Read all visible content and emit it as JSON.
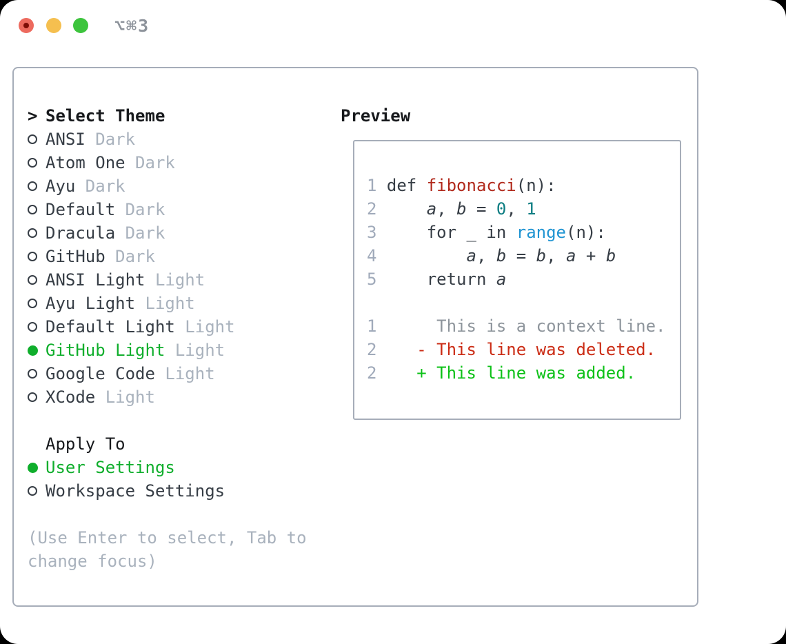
{
  "window": {
    "titlebar_shortcut": "⌥⌘3"
  },
  "colors": {
    "window_bg": "#ffffff",
    "page_bg": "#000000",
    "border_gray": "#a6adb9",
    "heading_black": "#17191c",
    "text_dark": "#363d45",
    "muted_gray": "#a9b2bd",
    "line_number_gray": "#a0aaba",
    "context_gray": "#8e959c",
    "accent_green": "#0fae2c",
    "diff_added_green": "#0cc117",
    "diff_deleted_red": "#cb2c15",
    "function_red": "#b1291c",
    "number_teal": "#0c7d82",
    "call_blue": "#2094d2",
    "traffic_red": "#ed6a5e",
    "traffic_red_dot": "#7d0d05",
    "traffic_yellow": "#f5bf4f",
    "traffic_green": "#3dc43d",
    "titlebar_text_gray": "#8d939b"
  },
  "theme_picker": {
    "header_marker": ">",
    "header": "Select Theme",
    "items": [
      {
        "name": "ANSI",
        "variant": "Dark",
        "selected": false
      },
      {
        "name": "Atom One",
        "variant": "Dark",
        "selected": false
      },
      {
        "name": "Ayu",
        "variant": "Dark",
        "selected": false
      },
      {
        "name": "Default",
        "variant": "Dark",
        "selected": false
      },
      {
        "name": "Dracula",
        "variant": "Dark",
        "selected": false
      },
      {
        "name": "GitHub",
        "variant": "Dark",
        "selected": false
      },
      {
        "name": "ANSI Light",
        "variant": "Light",
        "selected": false
      },
      {
        "name": "Ayu Light",
        "variant": "Light",
        "selected": false
      },
      {
        "name": "Default Light",
        "variant": "Light",
        "selected": false
      },
      {
        "name": "GitHub Light",
        "variant": "Light",
        "selected": true
      },
      {
        "name": "Google Code",
        "variant": "Light",
        "selected": false
      },
      {
        "name": "XCode",
        "variant": "Light",
        "selected": false
      }
    ]
  },
  "apply_to": {
    "header": "Apply To",
    "items": [
      {
        "name": "User Settings",
        "selected": true
      },
      {
        "name": "Workspace Settings",
        "selected": false
      }
    ]
  },
  "help_text_lines": [
    "(Use Enter to select, Tab to",
    "change focus)"
  ],
  "preview": {
    "header": "Preview",
    "code_lines": [
      {
        "num": "1",
        "tokens": [
          {
            "t": "def ",
            "s": "plain"
          },
          {
            "t": "fibonacci",
            "s": "fn"
          },
          {
            "t": "(n):",
            "s": "plain"
          }
        ]
      },
      {
        "num": "2",
        "tokens": [
          {
            "t": "    ",
            "s": "plain"
          },
          {
            "t": "a",
            "s": "var"
          },
          {
            "t": ", ",
            "s": "plain"
          },
          {
            "t": "b",
            "s": "var"
          },
          {
            "t": " = ",
            "s": "plain"
          },
          {
            "t": "0",
            "s": "num"
          },
          {
            "t": ", ",
            "s": "plain"
          },
          {
            "t": "1",
            "s": "num"
          }
        ]
      },
      {
        "num": "3",
        "tokens": [
          {
            "t": "    for _ in ",
            "s": "plain"
          },
          {
            "t": "range",
            "s": "call"
          },
          {
            "t": "(n):",
            "s": "plain"
          }
        ]
      },
      {
        "num": "4",
        "tokens": [
          {
            "t": "        ",
            "s": "plain"
          },
          {
            "t": "a",
            "s": "var"
          },
          {
            "t": ", ",
            "s": "plain"
          },
          {
            "t": "b",
            "s": "var"
          },
          {
            "t": " = ",
            "s": "plain"
          },
          {
            "t": "b",
            "s": "var"
          },
          {
            "t": ", ",
            "s": "plain"
          },
          {
            "t": "a",
            "s": "var"
          },
          {
            "t": " + ",
            "s": "plain"
          },
          {
            "t": "b",
            "s": "var"
          }
        ]
      },
      {
        "num": "5",
        "tokens": [
          {
            "t": "    return ",
            "s": "plain"
          },
          {
            "t": "a",
            "s": "var"
          }
        ]
      },
      {
        "num": "",
        "tokens": []
      },
      {
        "num": "1",
        "tokens": [
          {
            "t": "     This is a context line.",
            "s": "ctx"
          }
        ]
      },
      {
        "num": "2",
        "tokens": [
          {
            "t": "   - This line was deleted.",
            "s": "del"
          }
        ]
      },
      {
        "num": "2",
        "tokens": [
          {
            "t": "   + This line was added.",
            "s": "add"
          }
        ]
      }
    ]
  }
}
